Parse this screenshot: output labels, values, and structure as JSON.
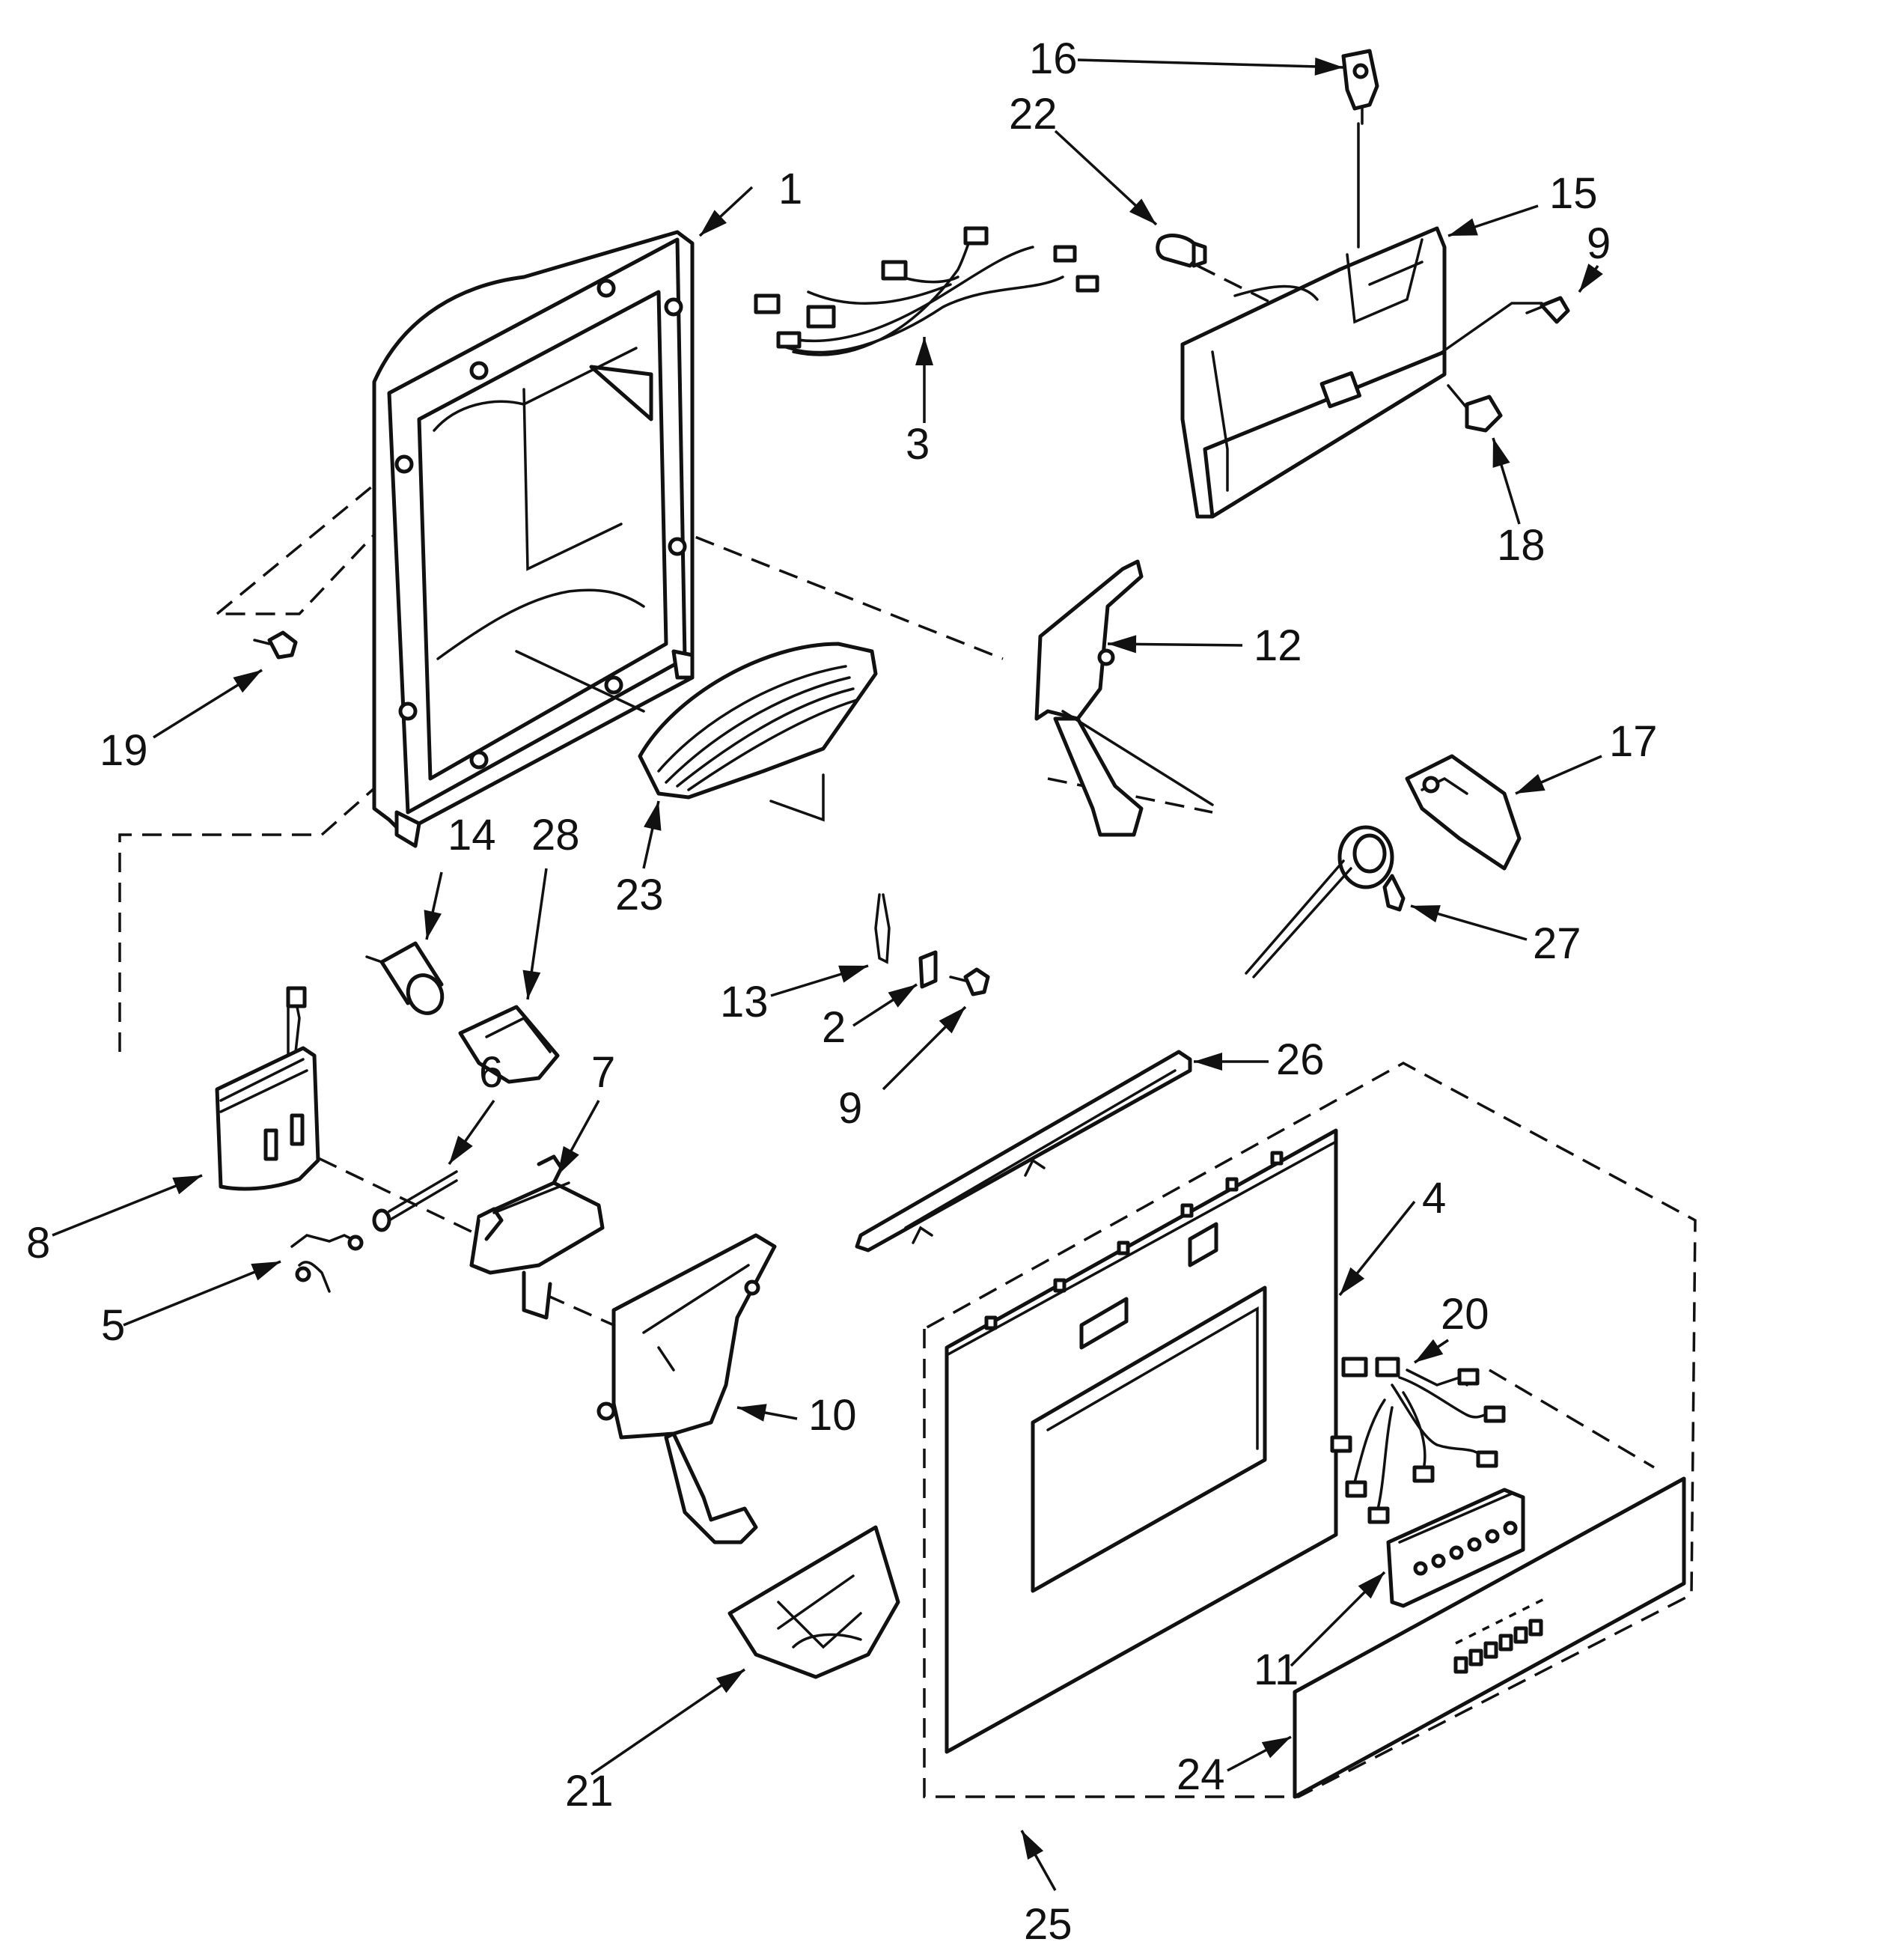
{
  "diagram": {
    "callouts": [
      "1",
      "2",
      "3",
      "4",
      "5",
      "6",
      "7",
      "8",
      "9",
      "9",
      "10",
      "11",
      "12",
      "13",
      "14",
      "15",
      "16",
      "17",
      "18",
      "19",
      "20",
      "21",
      "22",
      "23",
      "24",
      "25",
      "26",
      "27",
      "28"
    ]
  },
  "parts": [
    {
      "callout": "1",
      "icon": "housing-frame-icon"
    },
    {
      "callout": "2",
      "icon": "small-clip-icon"
    },
    {
      "callout": "3",
      "icon": "wire-harness-icon"
    },
    {
      "callout": "4",
      "icon": "dispenser-panel-icon"
    },
    {
      "callout": "5",
      "icon": "spring-icon"
    },
    {
      "callout": "6",
      "icon": "pin-icon"
    },
    {
      "callout": "7",
      "icon": "hinge-bracket-icon"
    },
    {
      "callout": "8",
      "icon": "solenoid-icon"
    },
    {
      "callout": "9",
      "icon": "screw-icon"
    },
    {
      "callout": "10",
      "icon": "ice-actuator-icon"
    },
    {
      "callout": "11",
      "icon": "control-board-icon"
    },
    {
      "callout": "12",
      "icon": "water-actuator-icon"
    },
    {
      "callout": "13",
      "icon": "switch-spring-icon"
    },
    {
      "callout": "14",
      "icon": "motor-icon"
    },
    {
      "callout": "15",
      "icon": "switch-housing-icon"
    },
    {
      "callout": "16",
      "icon": "key-switch-icon"
    },
    {
      "callout": "17",
      "icon": "mounting-bracket-icon"
    },
    {
      "callout": "18",
      "icon": "connector-icon"
    },
    {
      "callout": "19",
      "icon": "screw-icon"
    },
    {
      "callout": "20",
      "icon": "wire-harness-icon"
    },
    {
      "callout": "21",
      "icon": "drip-tray-icon"
    },
    {
      "callout": "22",
      "icon": "light-bulb-icon"
    },
    {
      "callout": "23",
      "icon": "grille-icon"
    },
    {
      "callout": "24",
      "icon": "label-panel-icon"
    },
    {
      "callout": "25",
      "icon": "assembly-boundary-icon"
    },
    {
      "callout": "26",
      "icon": "trim-strip-icon"
    },
    {
      "callout": "27",
      "icon": "heater-icon"
    },
    {
      "callout": "28",
      "icon": "cover-icon"
    }
  ]
}
